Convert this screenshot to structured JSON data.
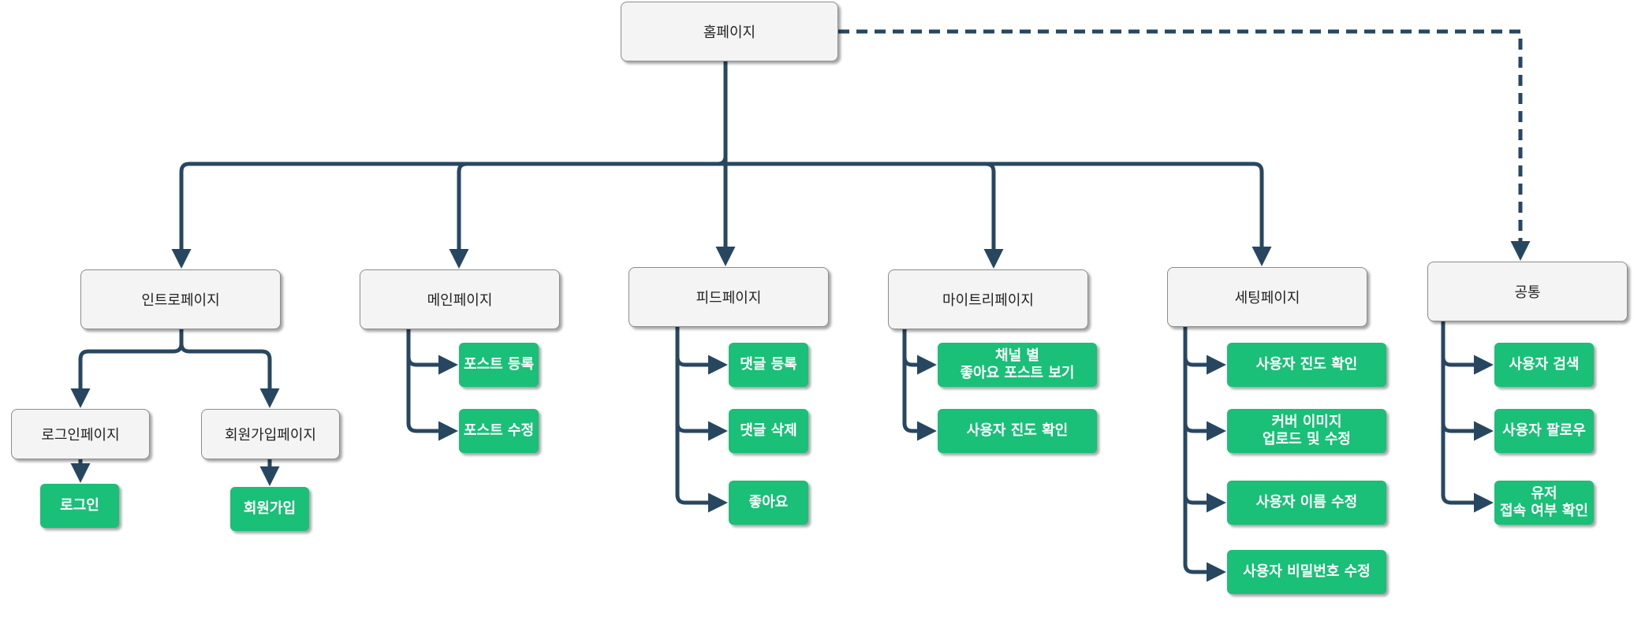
{
  "nodes": {
    "home": "홈페이지",
    "intro": "인트로페이지",
    "main": "메인페이지",
    "feed": "피드페이지",
    "mytree": "마이트리페이지",
    "setting": "세팅페이지",
    "common": "공통",
    "login_page": "로그인페이지",
    "signup_page": "회원가입페이지",
    "login": "로그인",
    "signup": "회원가입",
    "post_register": "포스트 등록",
    "post_edit": "포스트 수정",
    "comment_register": "댓글 등록",
    "comment_delete": "댓글 삭제",
    "like": "좋아요",
    "channel_liked_posts": "채널 별\n좋아요 포스트 보기",
    "mytree_user_progress": "사용자 진도 확인",
    "setting_user_progress": "사용자 진도 확인",
    "cover_image": "커버 이미지\n업로드 및 수정",
    "user_name_edit": "사용자 이름 수정",
    "user_password_edit": "사용자 비밀번호 수정",
    "user_search": "사용자 검색",
    "user_follow": "사용자 팔로우",
    "user_online_check": "유저\n접속 여부 확인"
  },
  "colors": {
    "connector": "#274761",
    "feature_fill": "#1abf78",
    "page_fill": "#f4f4f4",
    "page_border": "#8c8c8c"
  }
}
